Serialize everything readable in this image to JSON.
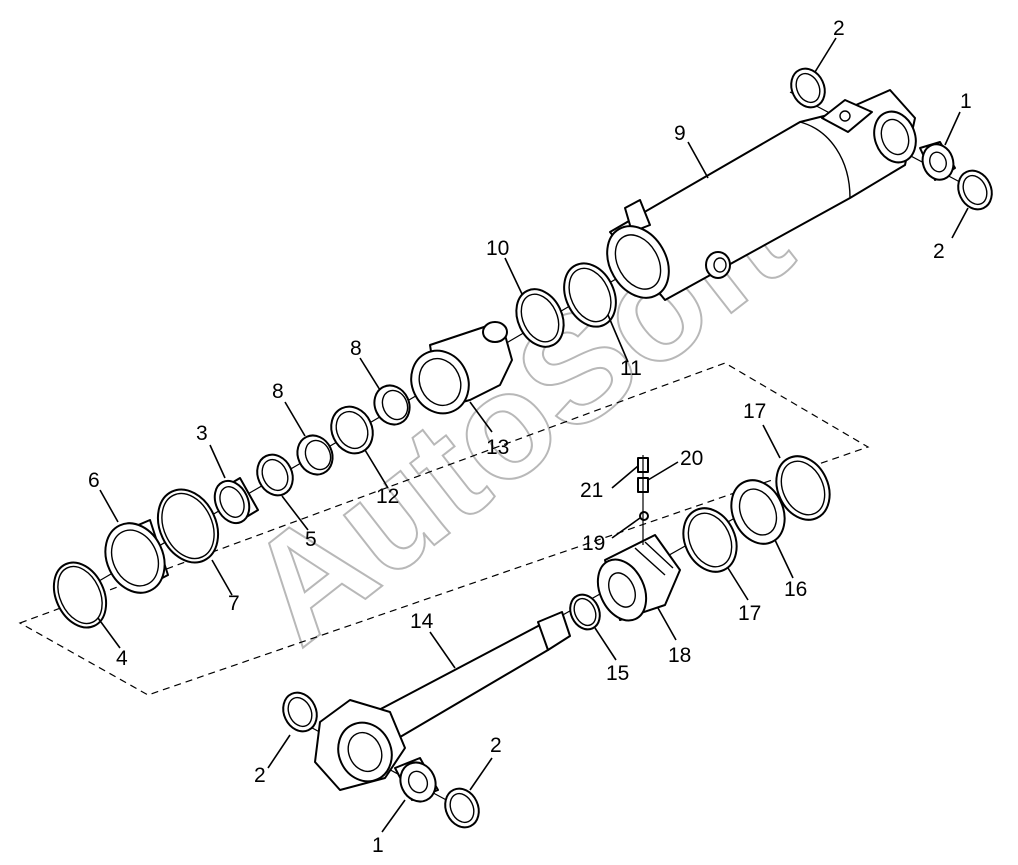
{
  "watermark": "AutoSoft",
  "callouts": [
    {
      "id": "c2-top",
      "text": "2"
    },
    {
      "id": "c1-top",
      "text": "1"
    },
    {
      "id": "c9",
      "text": "9"
    },
    {
      "id": "c2-right",
      "text": "2"
    },
    {
      "id": "c10",
      "text": "10"
    },
    {
      "id": "c11",
      "text": "11"
    },
    {
      "id": "c8-a",
      "text": "8"
    },
    {
      "id": "c8-b",
      "text": "8"
    },
    {
      "id": "c13",
      "text": "13"
    },
    {
      "id": "c3",
      "text": "3"
    },
    {
      "id": "c12",
      "text": "12"
    },
    {
      "id": "c6",
      "text": "6"
    },
    {
      "id": "c5",
      "text": "5"
    },
    {
      "id": "c7",
      "text": "7"
    },
    {
      "id": "c4",
      "text": "4"
    },
    {
      "id": "c17-top",
      "text": "17"
    },
    {
      "id": "c20",
      "text": "20"
    },
    {
      "id": "c21",
      "text": "21"
    },
    {
      "id": "c19",
      "text": "19"
    },
    {
      "id": "c14",
      "text": "14"
    },
    {
      "id": "c17-bottom",
      "text": "17"
    },
    {
      "id": "c16",
      "text": "16"
    },
    {
      "id": "c18",
      "text": "18"
    },
    {
      "id": "c15",
      "text": "15"
    },
    {
      "id": "c2-bottom-left",
      "text": "2"
    },
    {
      "id": "c2-bottom-right",
      "text": "2"
    },
    {
      "id": "c1-bottom",
      "text": "1"
    }
  ]
}
